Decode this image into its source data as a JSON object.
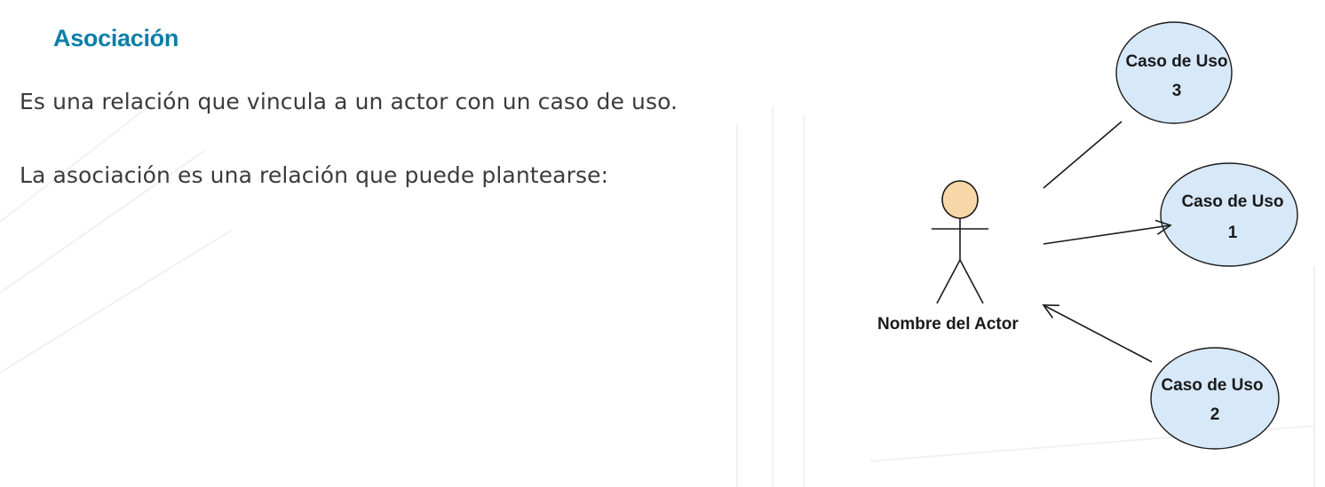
{
  "heading": "Asociación",
  "paragraphs": [
    "Es una relación que vincula a un actor con un caso de uso.",
    "La asociación es una relación que puede plantearse:"
  ],
  "diagram": {
    "actor": {
      "label": "Nombre del Actor",
      "head_color": "#f7d7a8"
    },
    "use_cases": [
      {
        "line1": "Caso de Uso",
        "line2": "3",
        "association": "undirected"
      },
      {
        "line1": "Caso de Uso",
        "line2": "1",
        "association": "actor-to-use-case"
      },
      {
        "line1": "Caso de Uso",
        "line2": "2",
        "association": "use-case-to-actor"
      }
    ],
    "use_case_fill": "#d7e8f8"
  },
  "colors": {
    "heading": "#0a7fa8",
    "body_text": "#3b3b3b"
  }
}
